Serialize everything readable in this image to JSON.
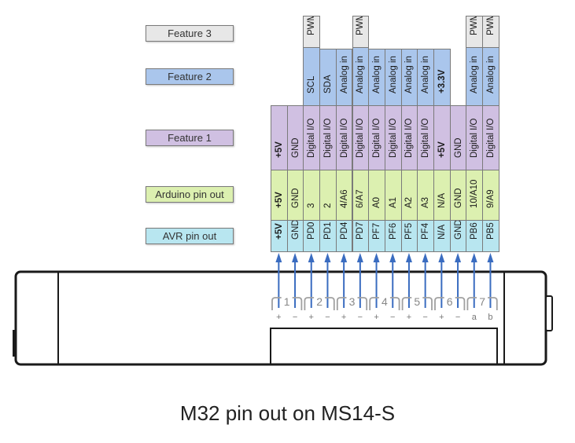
{
  "caption": "M32 pin out on MS14-S",
  "legend": [
    {
      "label": "Feature 3",
      "fill": "#e7e7e7"
    },
    {
      "label": "Feature 2",
      "fill": "#aac6ec"
    },
    {
      "label": "Feature 1",
      "fill": "#d0c0e2"
    },
    {
      "label": "Arduino  pin out",
      "fill": "#dcf0b0"
    },
    {
      "label": "AVR pin out",
      "fill": "#b8e6f0"
    }
  ],
  "columns": [
    {
      "feature3": "",
      "feature2": "",
      "feature1": "+5V",
      "arduino": "+5V",
      "avr": "+5V"
    },
    {
      "feature3": "",
      "feature2": "",
      "feature1": "GND",
      "arduino": "GND",
      "avr": "GND"
    },
    {
      "feature3": "PWM",
      "feature2": "SCL",
      "feature1": "Digital I/O",
      "arduino": "3",
      "avr": "PD0"
    },
    {
      "feature3": "",
      "feature2": "SDA",
      "feature1": "Digital I/O",
      "arduino": "2",
      "avr": "PD1"
    },
    {
      "feature3": "",
      "feature2": "Analog in",
      "feature1": "Digital I/O",
      "arduino": "4/A6",
      "avr": "PD4"
    },
    {
      "feature3": "PWM",
      "feature2": "Analog in",
      "feature1": "Digital I/O",
      "arduino": "6/A7",
      "avr": "PD7"
    },
    {
      "feature3": "",
      "feature2": "Analog in",
      "feature1": "Digital I/O",
      "arduino": "A0",
      "avr": "PF7"
    },
    {
      "feature3": "",
      "feature2": "Analog in",
      "feature1": "Digital I/O",
      "arduino": "A1",
      "avr": "PF6"
    },
    {
      "feature3": "",
      "feature2": "Analog in",
      "feature1": "Digital I/O",
      "arduino": "A2",
      "avr": "PF5"
    },
    {
      "feature3": "",
      "feature2": "Analog in",
      "feature1": "Digital I/O",
      "arduino": "A3",
      "avr": "PF4"
    },
    {
      "feature3": "",
      "feature2": "+3.3V",
      "feature1": "+5V",
      "arduino": "N/A",
      "avr": "N/A"
    },
    {
      "feature3": "",
      "feature2": "",
      "feature1": "GND",
      "arduino": "GND",
      "avr": "GND"
    },
    {
      "feature3": "PWM",
      "feature2": "Analog in",
      "feature1": "Digital I/O",
      "arduino": "10/A10",
      "avr": "PB6"
    },
    {
      "feature3": "PWM",
      "feature2": "Analog in",
      "feature1": "Digital I/O",
      "arduino": "9/A9",
      "avr": "PB5"
    }
  ],
  "groups": [
    {
      "num": "1",
      "signs": [
        "+",
        "−"
      ]
    },
    {
      "num": "2",
      "signs": [
        "+",
        "−"
      ]
    },
    {
      "num": "3",
      "signs": [
        "+",
        "−"
      ]
    },
    {
      "num": "4",
      "signs": [
        "+",
        "−"
      ]
    },
    {
      "num": "5",
      "signs": [
        "+",
        "−"
      ]
    },
    {
      "num": "6",
      "signs": [
        "+",
        "−"
      ]
    },
    {
      "num": "7",
      "signs": [
        "a",
        "b"
      ]
    }
  ],
  "colors": {
    "feature3": "#e7e7e7",
    "feature2": "#aac6ec",
    "feature1": "#d0c0e2",
    "arduino": "#dcf0b0",
    "avr": "#b8e6f0",
    "arrow": "#3a6cc0",
    "device": "#1a1a1a",
    "bracket": "#a0a0a0"
  }
}
